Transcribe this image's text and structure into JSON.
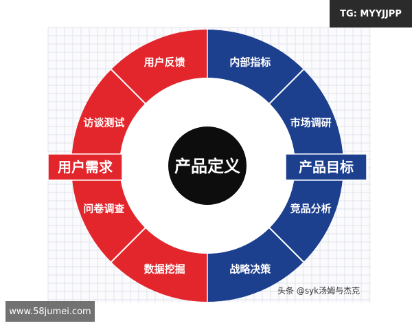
{
  "colors": {
    "red": "#e3262c",
    "blue": "#1c3f8e",
    "center": "#0d0d0d",
    "grid": "#dfe3ea"
  },
  "center_label": "产品定义",
  "left_label": "用户需求",
  "right_label": "产品目标",
  "red_segments": [
    "用户反馈",
    "访谈测试",
    "问卷调查",
    "数据挖掘"
  ],
  "blue_segments": [
    "内部指标",
    "市场调研",
    "竞品分析",
    "战略决策"
  ],
  "ghost_texts": [
    "数据挖掘",
    "产品定义"
  ],
  "watermark": "头条 @syk汤姆与杰克",
  "badge_top_right": "TG: MYYJJPP",
  "badge_bottom_left": "www.58jumei.com"
}
